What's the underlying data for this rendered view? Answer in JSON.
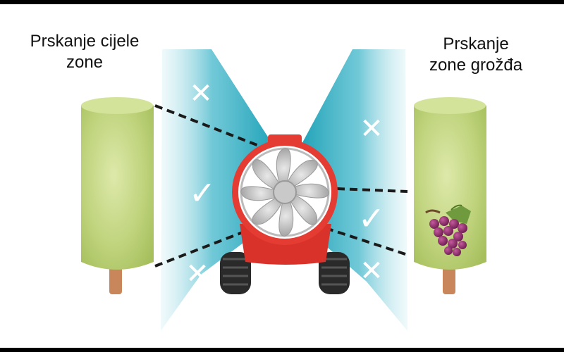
{
  "diagram": {
    "left_label": {
      "line1": "Prskanje cijele",
      "line2": "zone"
    },
    "right_label": {
      "line1": "Prskanje",
      "line2": "zone grožđa"
    },
    "marks": {
      "cross": "✕",
      "check": "✓"
    },
    "colors": {
      "spray": "#27aabf",
      "canopy": "#bcd27a",
      "trunk": "#c8865a",
      "sprayer_body": "#e43c33",
      "fan": "#c4c4c4",
      "grapes": "#8a2a68",
      "leaf": "#6f9a3e"
    },
    "icons": [
      "fan-icon",
      "grape-cluster-icon",
      "check-icon",
      "cross-icon"
    ]
  }
}
